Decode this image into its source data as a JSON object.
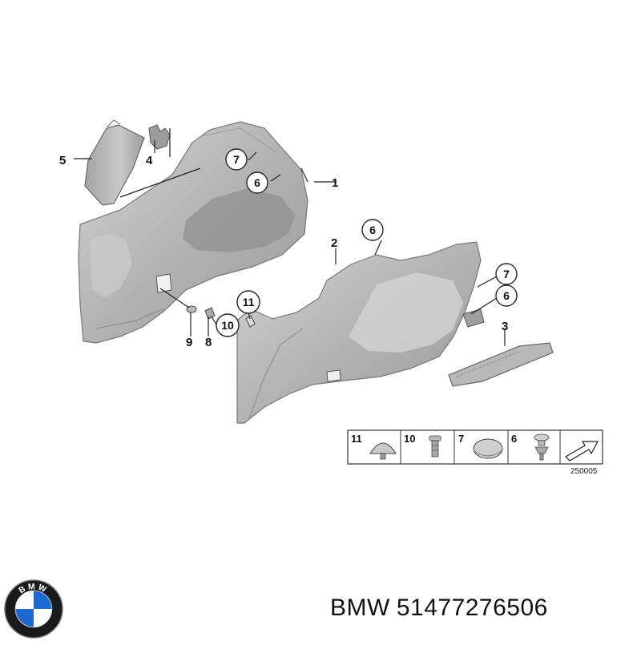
{
  "diagram": {
    "labels": {
      "p1": "1",
      "p2": "2",
      "p3": "3",
      "p4": "4",
      "p5": "5",
      "p6a": "6",
      "p6b": "6",
      "p6c": "6",
      "p7a": "7",
      "p7b": "7",
      "p8": "8",
      "p9": "9",
      "p10": "10",
      "p11": "11"
    },
    "legend": {
      "items": [
        "11",
        "10",
        "7",
        "6"
      ],
      "code": "250005"
    }
  },
  "footer": {
    "brand": "BMW",
    "part_number": "51477276506"
  },
  "colors": {
    "panel_fill": "#b9b9b9",
    "panel_shade": "#8f8f8f",
    "line": "#222222",
    "logo_blue": "#1c69d4",
    "logo_ring": "#1a1a1a"
  }
}
